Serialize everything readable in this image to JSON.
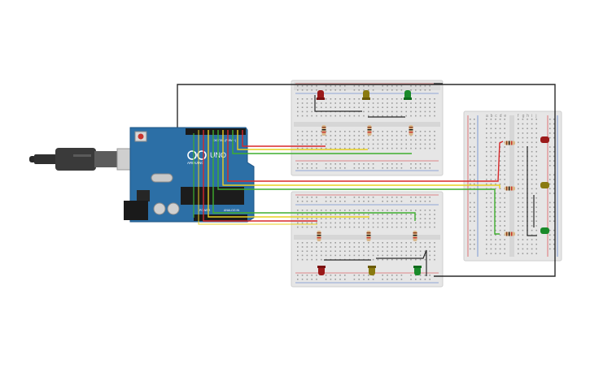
{
  "arduino": {
    "model_label": "UNO",
    "brand_label": "ARDUINO",
    "digital_label": "DIGITAL (PWM ~)",
    "power_label": "POWER",
    "analog_label": "ANALOG IN",
    "board_color": "#2c6fa6",
    "header_color": "#1a1a1a"
  },
  "breadboard_columns": {
    "letters": [
      "a",
      "b",
      "c",
      "d",
      "e",
      "f",
      "g",
      "h",
      "i",
      "j"
    ]
  },
  "colors": {
    "wire_red": "#d8282a",
    "wire_yellow": "#e8d020",
    "wire_green": "#3fae2e",
    "wire_black": "#2a2a2a",
    "led_red": "#9b1a1a",
    "led_yellow": "#8a7a10",
    "led_green": "#1a8a2a",
    "breadboard": "#e6e6e6"
  }
}
